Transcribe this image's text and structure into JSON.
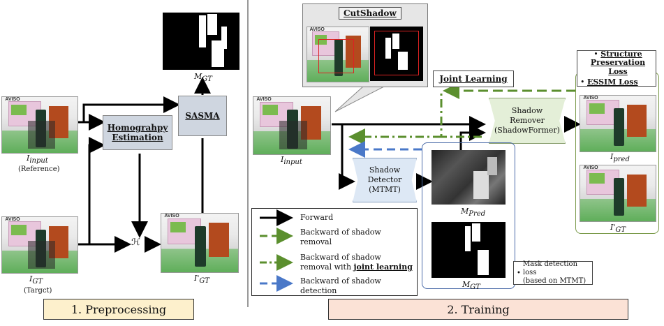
{
  "preprocessing": {
    "images": {
      "input_label": "I",
      "input_sub": "input",
      "input_caption": "(Reference)",
      "target_label": "I",
      "target_sub": "GT",
      "target_caption": "(Targct)",
      "gt_prime_label": "I'",
      "gt_prime_sub": "GT",
      "mask_label": "M",
      "mask_sub": "GT"
    },
    "homography_box": "Homograhpy\nEstimation",
    "sasma_box": "SASMA",
    "h_symbol": "ℋ",
    "section_title": "1. Preprocessing"
  },
  "training": {
    "cutshadow_title": "CutShadow",
    "joint_learning": "Joint Learning",
    "shadow_remover": "Shadow\nRemover\n(ShadowFormer)",
    "shadow_detector": "Shadow\nDetector\n(MTMT)",
    "input_label": "I",
    "input_sub": "input",
    "pred_label": "I",
    "pred_sub": "pred",
    "gt_prime_label": "I'",
    "gt_prime_sub": "GT",
    "mpred_label": "M",
    "mpred_sub": "Pred",
    "mgt_label": "M",
    "mgt_sub": "GT",
    "losses": [
      "Structure Preservation Loss",
      "ESSIM Loss"
    ],
    "mask_loss": "Mask detection loss\n(based on MTMT)",
    "legend": [
      {
        "label": "Forward",
        "style": "solid",
        "color": "#000000"
      },
      {
        "label": "Backward of shadow\nremoval",
        "style": "dashed",
        "color": "#5b8f2e"
      },
      {
        "label": "Backward of shadow\nremoval with ",
        "label_ul": "joint learning",
        "style": "dashdot",
        "color": "#5b8f2e"
      },
      {
        "label": "Backward of shadow\ndetection",
        "style": "dashed",
        "color": "#4a78c8"
      }
    ],
    "section_title": "2. Training"
  },
  "colors": {
    "green_arrow": "#5b8f2e",
    "blue_arrow": "#4a78c8",
    "remover_fill": "#e4efd8",
    "detector_fill": "#dde8f5",
    "gray_box_fill": "#cfd6e0",
    "preproc_banner": "#fdf0cc",
    "training_banner": "#fbe2d6"
  }
}
